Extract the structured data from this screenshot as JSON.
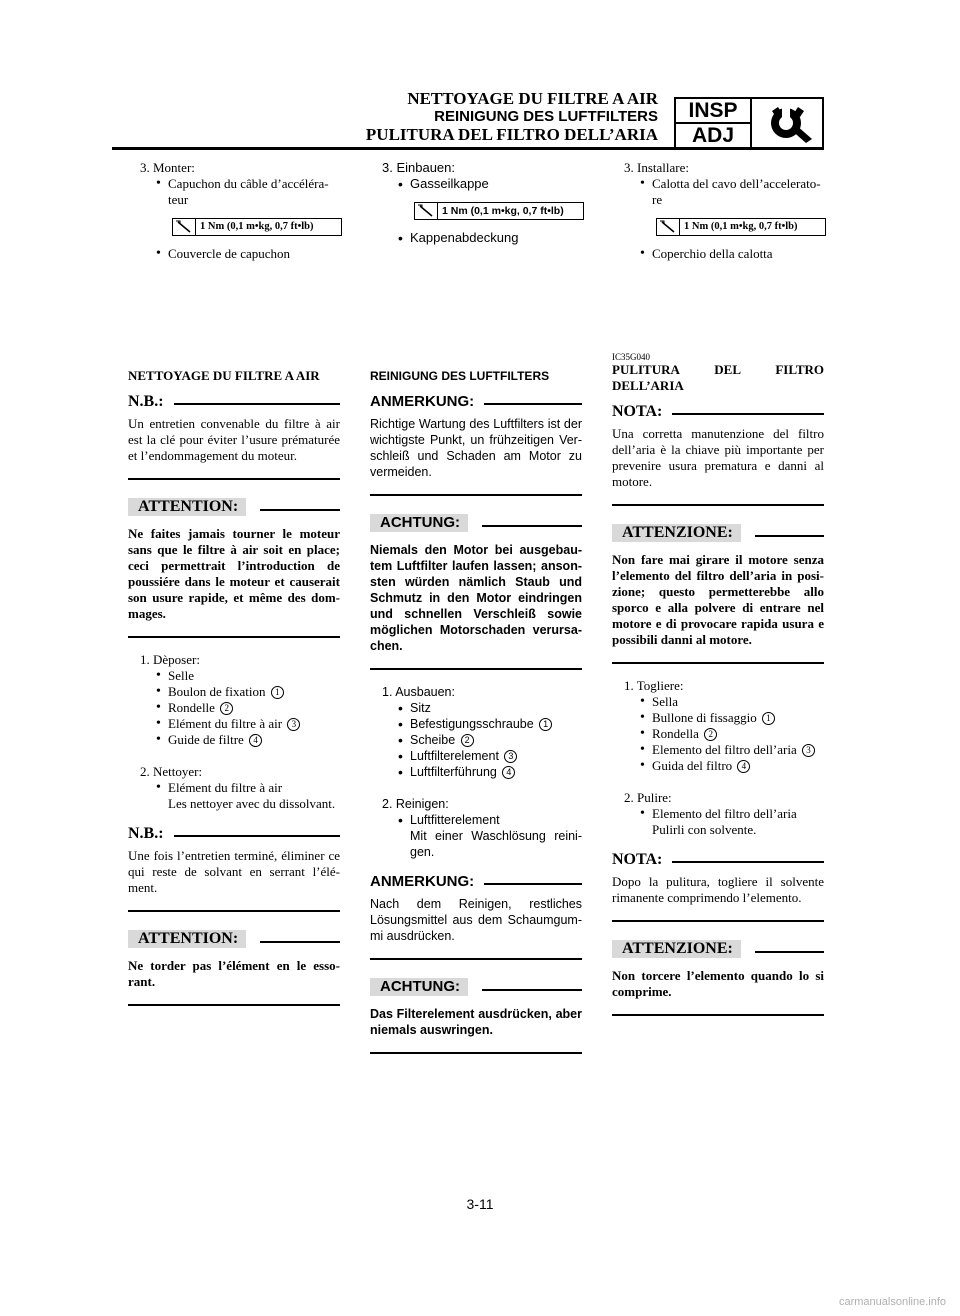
{
  "header": {
    "title_fr": "NETTOYAGE DU FILTRE A AIR",
    "title_de": "REINIGUNG DES LUFTFILTERS",
    "title_it": "PULITURA DEL FILTRO DELL’ARIA",
    "badge_top": "INSP",
    "badge_bottom": "ADJ",
    "badge_icon": "wrench-and-gauge-icon"
  },
  "install": {
    "fr": {
      "step": "3. Monter:",
      "item1": "Capuchon du câble d’accéléra-teur",
      "torque": "1 Nm (0,1 m•kg, 0,7 ft•lb)",
      "item2": "Couvercle de capuchon"
    },
    "de": {
      "step": "3. Einbauen:",
      "item1": "Gasseilkappe",
      "torque": "1 Nm (0,1 m•kg, 0,7 ft•lb)",
      "item2": "Kappenabdeckung"
    },
    "it": {
      "step": "3. Installare:",
      "item1": "Calotta del cavo dell’accelerato-re",
      "torque": "1 Nm (0,1 m•kg, 0,7 ft•lb)",
      "item2": "Coperchio della calotta"
    }
  },
  "fr": {
    "title": "NETTOYAGE DU FILTRE A AIR",
    "note_label": "N.B.:",
    "note1": "Un entretien convenable du filtre à air est la clé pour éviter l’usure prématurée et l’endommagement du moteur.",
    "warn_label": "ATTENTION:",
    "warn1": "Ne faites jamais tourner le moteur sans que le filtre à air soit en place; ceci permettrait l’introduction de poussiére dans le moteur et causerait son usure rapide, et même des dom-mages.",
    "step1": "1. Dèposer:",
    "items1": [
      "Selle",
      "Boulon de fixation",
      "Rondelle",
      "Elément du filtre à air",
      "Guide de filtre"
    ],
    "nums": [
      "1",
      "2",
      "3",
      "4"
    ],
    "step2": "2. Nettoyer:",
    "item2": "Elément du filtre à air",
    "item2_note": "Les nettoyer avec du dissolvant.",
    "note2_label": "N.B.:",
    "note2": "Une fois l’entretien terminé, éliminer ce qui reste de solvant en serrant l’élé-ment.",
    "warn2_label": "ATTENTION:",
    "warn2": "Ne torder pas l’élément en le esso-rant."
  },
  "de": {
    "title": "REINIGUNG DES LUFTFILTERS",
    "note_label": "ANMERKUNG:",
    "note1": "Richtige Wartung des Luftfilters ist der wichtigste Punkt, un frühzeitigen Ver-schleiß und Schaden am Motor zu vermeiden.",
    "warn_label": "ACHTUNG:",
    "warn1": "Niemals den Motor bei ausgebau-tem Luftfilter laufen lassen; anson-sten würden nämlich Staub und Schmutz in den Motor eindringen und schnellen Verschleiß sowie möglichen Motorschaden verursa-chen.",
    "step1": "1. Ausbauen:",
    "items1": [
      "Sitz",
      "Befestigungsschraube",
      "Scheibe",
      "Luftfilterelement",
      "Luftfilterführung"
    ],
    "nums": [
      "1",
      "2",
      "3",
      "4"
    ],
    "step2": "2. Reinigen:",
    "item2": "Luftfitterelement",
    "item2_note": "Mit einer Waschlösung reini-gen.",
    "note2_label": "ANMERKUNG:",
    "note2": "Nach dem Reinigen, restliches Lösungsmittel aus dem Schaumgum-mi ausdrücken.",
    "warn2_label": "ACHTUNG:",
    "warn2": "Das Filterelement ausdrücken, aber niemals auswringen."
  },
  "it": {
    "code": "IC35G040",
    "title": "PULITURA DEL FILTRO DELL’ARIA",
    "note_label": "NOTA:",
    "note1": "Una corretta manutenzione del filtro dell’aria è la chiave più importante per prevenire usura prematura e danni al motore.",
    "warn_label": "ATTENZIONE:",
    "warn1": "Non fare mai girare il motore senza l’elemento del filtro dell’aria in posi-zione; questo permetterebbe allo sporco e alla polvere di entrare nel motore e di provocare rapida usura e possibili danni al motore.",
    "step1": "1. Togliere:",
    "items1": [
      "Sella",
      "Bullone di fissaggio",
      "Rondella",
      "Elemento del filtro dell’aria",
      "Guida del filtro"
    ],
    "nums": [
      "1",
      "2",
      "3",
      "4"
    ],
    "step2": "2. Pulire:",
    "item2": "Elemento del filtro dell’aria",
    "item2_note": "Pulirli con solvente.",
    "note2_label": "NOTA:",
    "note2": "Dopo la pulitura, togliere il solvente rimanente comprimendo l’elemento.",
    "warn2_label": "ATTENZIONE:",
    "warn2": "Non torcere l’elemento quando lo si comprime."
  },
  "page_number": "3-11",
  "footer": "carmanualsonline.info"
}
